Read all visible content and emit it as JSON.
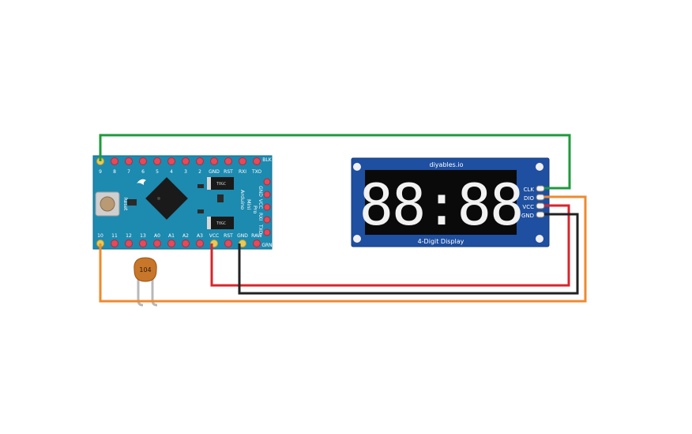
{
  "arduino": {
    "name_line1": "Arduino",
    "name_line2": "Mini",
    "name_line3": "Pro",
    "reset_label": "Reset",
    "regulator_label": "T0GC",
    "top_pins": [
      "9",
      "8",
      "7",
      "6",
      "5",
      "4",
      "3",
      "2",
      "GND",
      "RST",
      "RXI",
      "TXO"
    ],
    "bottom_pins": [
      "10",
      "11",
      "12",
      "13",
      "A0",
      "A1",
      "A2",
      "A3",
      "VCC",
      "RST",
      "GND",
      "RAW"
    ],
    "side_pins": [
      "GND",
      "VCC",
      "RXI",
      "TXO"
    ],
    "corner_top": "BLK",
    "corner_bottom": "GRN"
  },
  "capacitor": {
    "label": "104"
  },
  "display": {
    "brand": "diyables.io",
    "digits": "88:88",
    "caption": "4-Digit Display",
    "pins": [
      "CLK",
      "DIO",
      "VCC",
      "GND"
    ]
  },
  "wires": {
    "colors": {
      "green": "#1e9a3c",
      "orange": "#ef8a2e",
      "red": "#d9252b",
      "black": "#222222"
    }
  }
}
